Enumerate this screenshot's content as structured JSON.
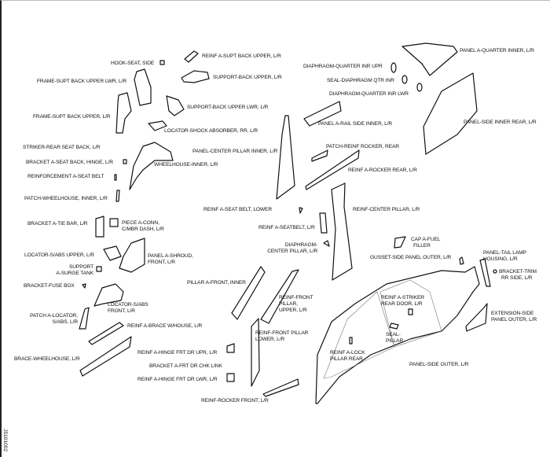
{
  "doc_id": "J5101002",
  "labels": {
    "hook_seat": "HOOK-SEAT, SIDE",
    "reinf_supt_back_upper": "REINF A-SUPT BACK UPPER, L/R",
    "frame_supt_back_upper_lwr": "FRAME-SUPT BACK UPPER LWR, L/R",
    "support_back_upper": "SUPPORT-BACK UPPER, L/R",
    "support_back_upper_lwr": "SUPPORT-BACK UPPER LWR, L/R",
    "frame_supt_back_upper": "FRAME-SUPT BACK UPPER, L/R",
    "locator_shock_absorber": "LOCATOR-SHOCK ABSORBER, RR, L/R",
    "striker_rear_seat_back": "STRIKER-REAR SEAT BACK, L/R",
    "panel_center_pillar_inner": "PANEL-CENTER PILLAR INNER, L/R",
    "bracket_seat_back_hinge": "BRACKET A-SEAT BACK, HINGE, L/R",
    "wheelhouse_inner": "WHEELHOUSE-INNER, L/R",
    "reinforcement_seat_belt": "REINFORCEMENT A-SEAT BELT",
    "patch_wheelhouse_inner": "PATCH-WHEELHOUSE, INNER, L/R",
    "reinf_seat_belt_lower": "REINF A-SEAT BELT, LOWER",
    "bracket_tie_bar": "BRACKET A-TIE BAR, L/R",
    "piece_conn_1": "PIECE A-CONN,",
    "piece_conn_2": "C/MBR DASH, L/R",
    "reinf_seatbelt": "REINF A-SEATBELT, L/R",
    "locator_sabs_upper": "LOCATOR-S/ABS UPPER, L/R",
    "panel_shroud_1": "PANEL A-SHROUD,",
    "panel_shroud_2": "FRONT, L/R",
    "support_surge_1": "SUPPORT",
    "support_surge_2": "A-SURGE TANK",
    "diaphragm_center_1": "DIAPHRAGM-",
    "diaphragm_center_2": "CENTER PILLAR, L/R",
    "bracket_fuse_box": "BRACKET-FUSE BOX",
    "pillar_front_inner": "PILLAR A-FRONT, INNER",
    "locator_sabs_front_1": "LOCATOR-S/ABS",
    "locator_sabs_front_2": "FRONT, L/R",
    "reinf_front_pillar_upper_1": "REINF-FRONT",
    "reinf_front_pillar_upper_2": "PILLAR,",
    "reinf_front_pillar_upper_3": "UPPER, L/R",
    "patch_locator_1": "PATCH A-LOCATOR,",
    "patch_locator_2": "S/ABS, L/R",
    "reinf_brace_whouse": "REINF A-BRACE W/HOUSE, L/R",
    "reinf_front_pillar_lower_1": "REINF-FRONT PILLAR",
    "reinf_front_pillar_lower_2": "LOWER, L/R",
    "brace_wheelhouse": "BRACE-WHEELHOUSE, L/R",
    "reinf_hinge_upr": "REINF A-HINGE FRT DR UPR, L/R",
    "bracket_chk_link": "BRACKET A-FRT DR CHK LINK",
    "reinf_hinge_lwr": "REINF A-HINGE FRT DR LWR, L/R",
    "reinf_rocker_front": "REINF-ROCKER FRONT, L/R",
    "panel_quarter_inner": "PANEL A-QUARTER INNER, L/R",
    "diaphragm_qtr_upr": "DIAPHRAGM-QUARTER INR UPR",
    "seal_diaphragm_qtr": "SEAL-DIAPHRAGM QTR INR",
    "diaphragm_qtr_lwr": "DIAPHRAGM-QUARTER INR LWR",
    "panel_rail_side_inner": "PANEL A-RAIL SIDE INNER, L/R",
    "panel_side_inner_rear": "PANEL-SIDE INNER REAR, L/R",
    "patch_reinf_rocker_rear": "PATCH-REINF ROCKER, REAR",
    "reinf_rocker_rear": "REINF A-ROCKER REAR, L/R",
    "reinf_center_pillar": "REINF-CENTER PILLAR, L/R",
    "cap_fuel_1": "CAP A-FUEL",
    "cap_fuel_2": "FILLER",
    "gusset_side_panel": "GUSSET-SIDE PANEL OUTER, L/R",
    "tail_lamp_1": "PANEL-TAIL LAMP",
    "tail_lamp_2": "HOUSING, L/R",
    "bracket_trim_1": "BRACKET-TRIM",
    "bracket_trim_2": "RR SIDE, L/R",
    "reinf_striker_1": "REINF A-STRIKER",
    "reinf_striker_2": "REAR DOOR, L/R",
    "extension_side_1": "EXTENSION-SIDE",
    "extension_side_2": "PANEL OUTER, L/R",
    "seal_pillar_1": "SEAL-",
    "seal_pillar_2": "PILLAR",
    "reinf_lock_1": "REINF A-LOCK",
    "reinf_lock_2": "PILLAR REAR",
    "panel_side_outer": "PANEL-SIDE OUTER, L/R"
  }
}
